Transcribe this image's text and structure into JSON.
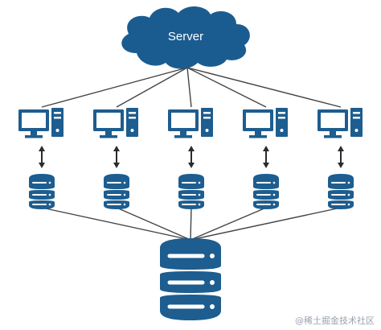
{
  "server": {
    "label": "Server"
  },
  "nodes": [
    {
      "id": "node-1"
    },
    {
      "id": "node-2"
    },
    {
      "id": "node-3"
    },
    {
      "id": "node-4"
    },
    {
      "id": "node-5"
    }
  ],
  "central_database": {
    "name": "central-database-icon"
  },
  "watermark": {
    "text": "@稀土掘金技术社区"
  },
  "colors": {
    "accent": "#1d5d8f",
    "cloud": "#1b5c90",
    "line": "#444444",
    "arrow": "#2b2b2b",
    "background": "#ffffff"
  },
  "icons": {
    "cloud": "cloud-icon",
    "computer": "computer-icon",
    "database": "database-icon",
    "arrow": "bidirectional-arrow-icon"
  }
}
